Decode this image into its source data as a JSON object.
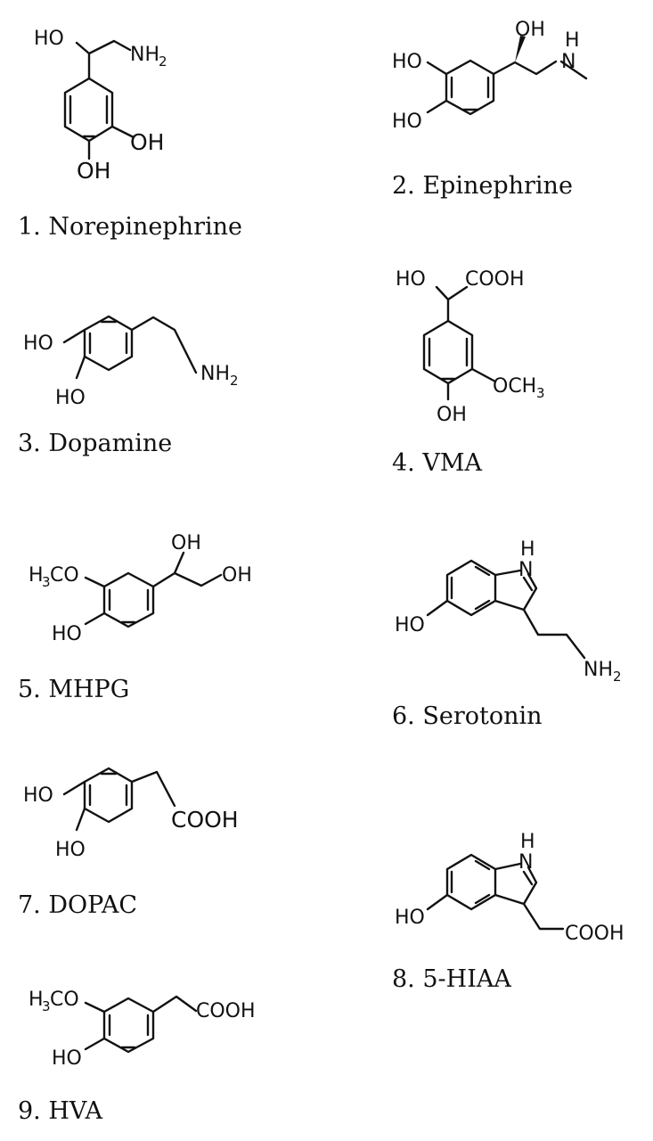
{
  "compounds": [
    {
      "caption": "1. Norepinephrine",
      "labels": [
        "HO",
        "NH",
        "2",
        "OH",
        "OH"
      ]
    },
    {
      "caption": "2. Epinephrine",
      "labels": [
        "OH",
        "H",
        "N",
        "HO",
        "HO"
      ]
    },
    {
      "caption": "3. Dopamine",
      "labels": [
        "HO",
        "HO",
        "NH",
        "2"
      ]
    },
    {
      "caption": "4. VMA",
      "labels": [
        "HO",
        "COOH",
        "OCH",
        "3",
        "OH"
      ]
    },
    {
      "caption": "5. MHPG",
      "labels": [
        "OH",
        "H",
        "3",
        "CO",
        "OH",
        "HO"
      ]
    },
    {
      "caption": "6. Serotonin",
      "labels": [
        "H",
        "N",
        "HO",
        "NH",
        "2"
      ]
    },
    {
      "caption": "7. DOPAC",
      "labels": [
        "HO",
        "HO",
        "COOH"
      ]
    },
    {
      "caption": "8. 5-HIAA",
      "labels": [
        "H",
        "N",
        "HO",
        "COOH"
      ]
    },
    {
      "caption": "9. HVA",
      "labels": [
        "H",
        "3",
        "CO",
        "COOH",
        "HO"
      ]
    }
  ]
}
